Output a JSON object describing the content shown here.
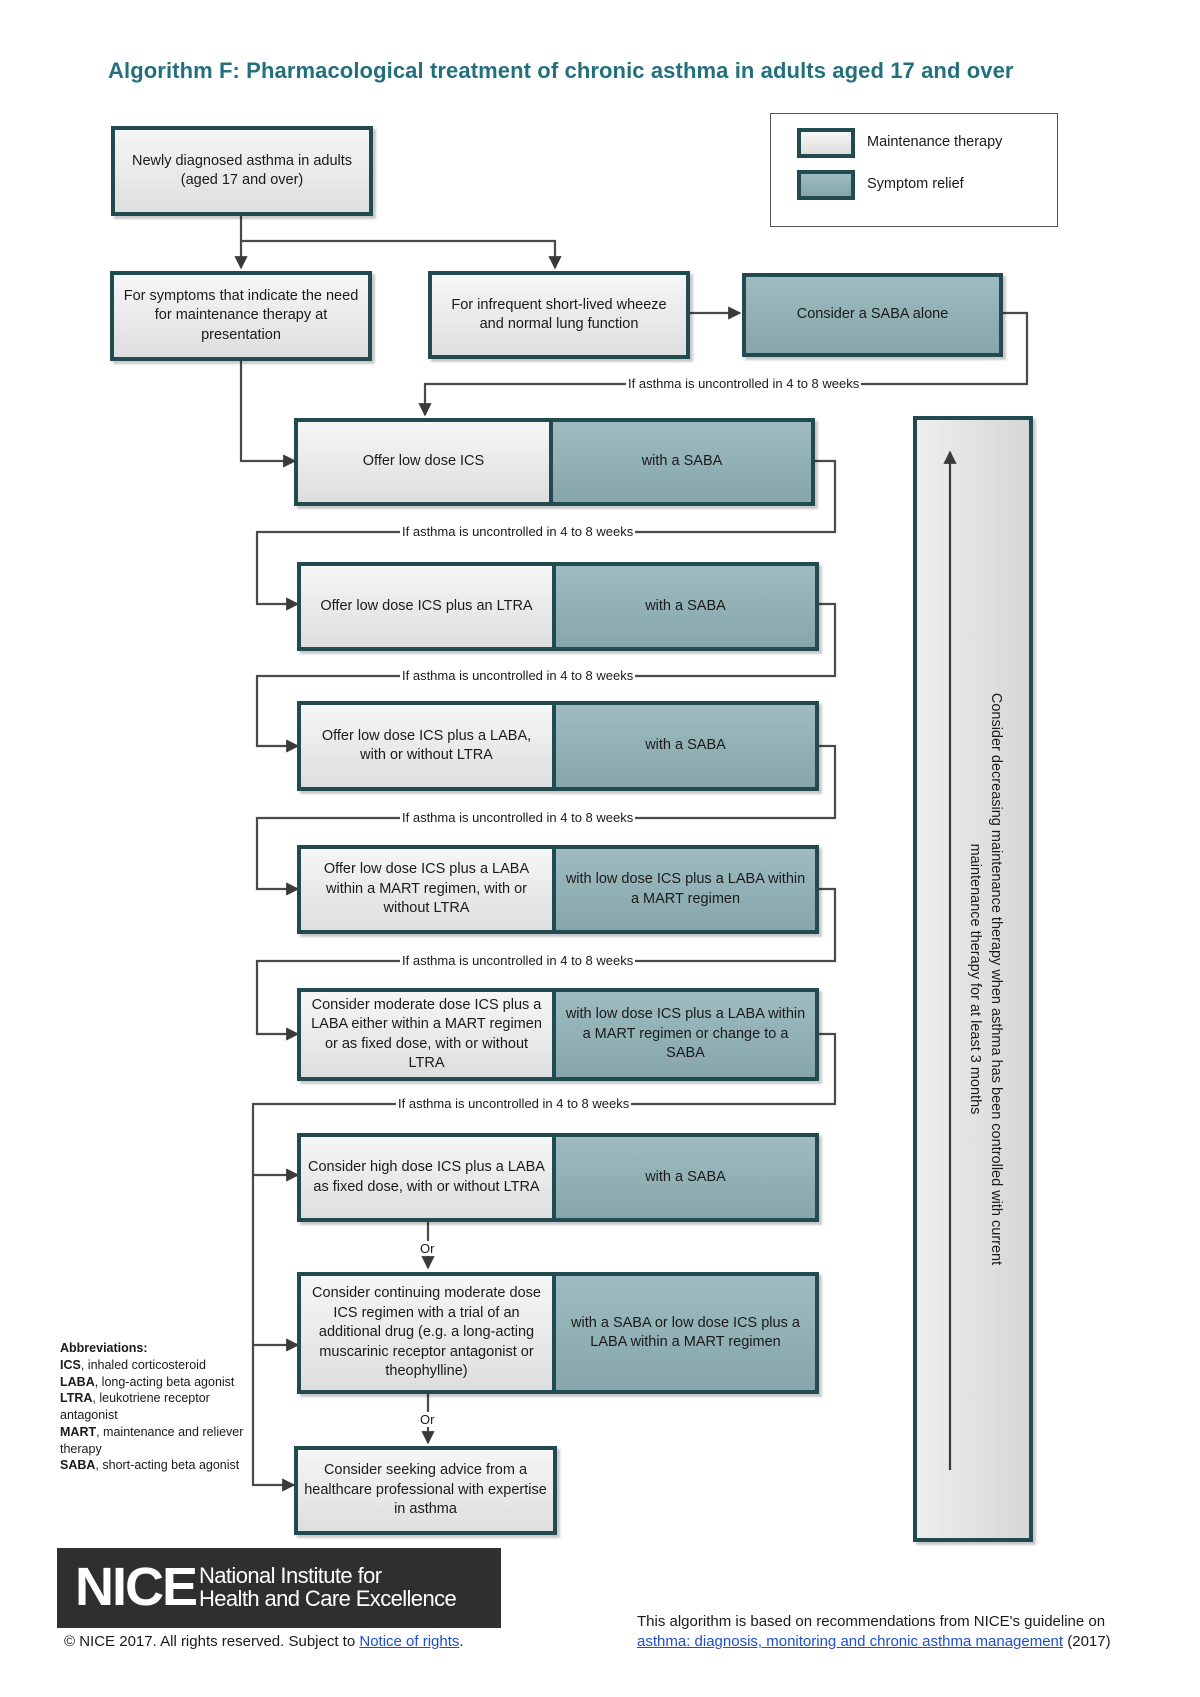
{
  "title": "Algorithm F: Pharmacological treatment of chronic asthma in adults aged 17 and over",
  "legend": {
    "maintenance_label": "Maintenance therapy",
    "relief_label": "Symptom relief",
    "maintenance_color": "#e6e6e6",
    "relief_color": "#93b1b5"
  },
  "start": "Newly diagnosed asthma in adults (aged 17 and over)",
  "branch_maintenance": "For symptoms that indicate the need for maintenance therapy at presentation",
  "branch_infrequent": "For infrequent short-lived wheeze and normal lung function",
  "saba_alone": "Consider a SABA alone",
  "uncontrolled_label": "If asthma is uncontrolled in 4 to 8 weeks",
  "or_label": "Or",
  "steps": [
    {
      "maintenance": "Offer low dose ICS",
      "relief": "with a SABA"
    },
    {
      "maintenance": "Offer low dose ICS plus an LTRA",
      "relief": "with a SABA"
    },
    {
      "maintenance": "Offer low dose ICS plus a LABA, with or without LTRA",
      "relief": "with a SABA"
    },
    {
      "maintenance": "Offer low dose ICS plus a LABA within a MART regimen, with or without LTRA",
      "relief": "with low dose ICS plus a LABA within a MART regimen"
    },
    {
      "maintenance": "Consider moderate dose ICS plus a LABA either within a MART regimen or as fixed dose, with or without LTRA",
      "relief": "with low dose ICS plus a LABA within a MART regimen or change to a SABA"
    },
    {
      "maintenance": "Consider high dose ICS plus a LABA as fixed dose, with or without LTRA",
      "relief": "with a SABA"
    },
    {
      "maintenance": "Consider continuing moderate dose ICS regimen with a trial of an additional drug (e.g. a long-acting muscarinic receptor antagonist or theophylline)",
      "relief": "with a SABA or low dose ICS plus a LABA within a MART regimen"
    }
  ],
  "advice": "Consider seeking advice from a healthcare professional with expertise in asthma",
  "step_down": "Consider decreasing maintenance therapy when asthma has been controlled with current maintenance therapy for at least 3 months",
  "abbreviations": {
    "title": "Abbreviations:",
    "items": [
      {
        "abbr": "ICS",
        "def": ", inhaled corticosteroid"
      },
      {
        "abbr": "LABA",
        "def": ", long-acting beta agonist"
      },
      {
        "abbr": "LTRA",
        "def": ", leukotriene receptor antagonist"
      },
      {
        "abbr": "MART",
        "def": ", maintenance and reliever therapy"
      },
      {
        "abbr": "SABA",
        "def": ", short-acting beta agonist"
      }
    ]
  },
  "logo": {
    "word": "NICE",
    "line1": "National Institute for",
    "line2": "Health and Care Excellence"
  },
  "copyright": {
    "text": "© NICE 2017. All rights reserved. Subject to ",
    "link": "Notice of rights",
    "suffix": "."
  },
  "source": {
    "text": "This algorithm is based on recommendations from NICE's guideline on",
    "link": "asthma: diagnosis, monitoring and chronic asthma management",
    "suffix": " (2017)"
  }
}
